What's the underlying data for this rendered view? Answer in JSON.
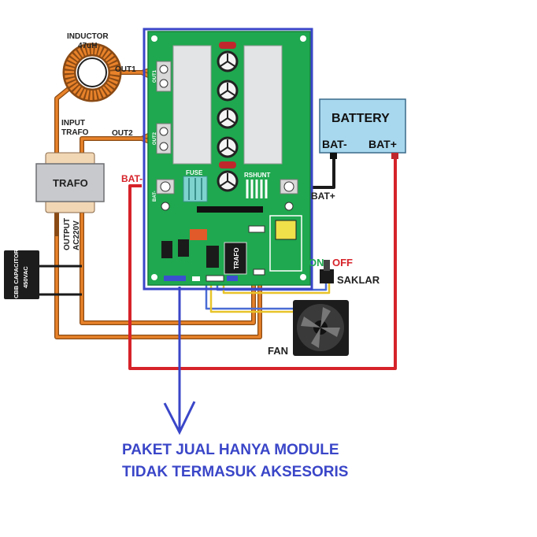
{
  "labels": {
    "inductor": "INDUCTOR",
    "inductor_value": "47uH",
    "out1": "OUT1",
    "out2": "OUT2",
    "input_trafo_1": "INPUT",
    "input_trafo_2": "TRAFO",
    "trafo": "TRAFO",
    "output_1": "OUTPUT",
    "output_2": "AC220V",
    "capacitor_1": "CBB CAPACITOR",
    "capacitor_2": "450VAC",
    "bat_minus_wire": "BAT-",
    "bat_plus_wire": "BAT+",
    "battery": "BATTERY",
    "battery_minus": "BAT-",
    "battery_plus": "BAT+",
    "switch_on": "ON",
    "switch_off": "OFF",
    "switch": "SAKLAR",
    "fan": "FAN",
    "fuse": "FUSE",
    "rshunt": "RSHUNT",
    "board_trafo": "TRAFO",
    "terminal_out1": "OUT1",
    "terminal_out2": "OUT2",
    "terminal_bat": "BAT-"
  },
  "notice": {
    "line1": "PAKET JUAL HANYA MODULE",
    "line2": "TIDAK TERMASUK AKSESORIS"
  },
  "colors": {
    "pcb": "#1fa84f",
    "frame": "#3a46c8",
    "wire_orange": "#e8822a",
    "wire_red": "#d6232a",
    "wire_black": "#1a1a1a",
    "battery_fill": "#a8d8ee",
    "notice_text": "#3a46c8"
  }
}
